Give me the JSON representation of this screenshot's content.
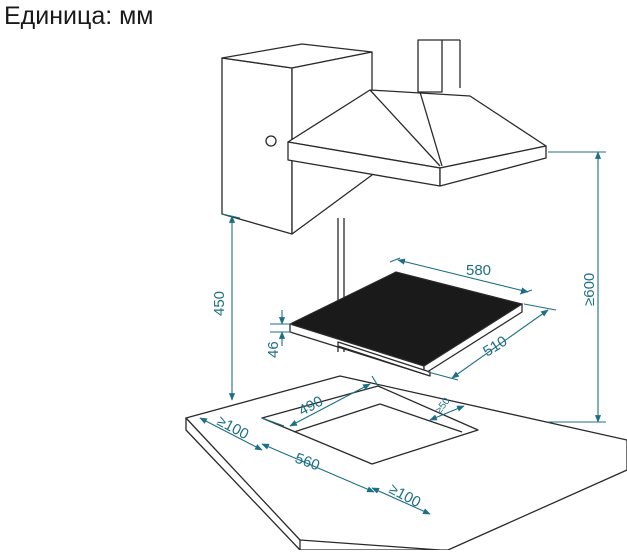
{
  "header": {
    "unit_label": "Единица: мм"
  },
  "dimensions": {
    "hob_width": "580",
    "hob_depth": "510",
    "hob_height": "46",
    "hood_clearance": "450",
    "hood_height": "≥600",
    "cutout_depth": "490",
    "cutout_width": "560",
    "left_gap": "≥100",
    "right_gap": "≥100",
    "back_gap": "≥50"
  },
  "colors": {
    "dimension": "#1d6f85",
    "outline": "#2a2a2a",
    "glass": "#1a1a1a"
  }
}
